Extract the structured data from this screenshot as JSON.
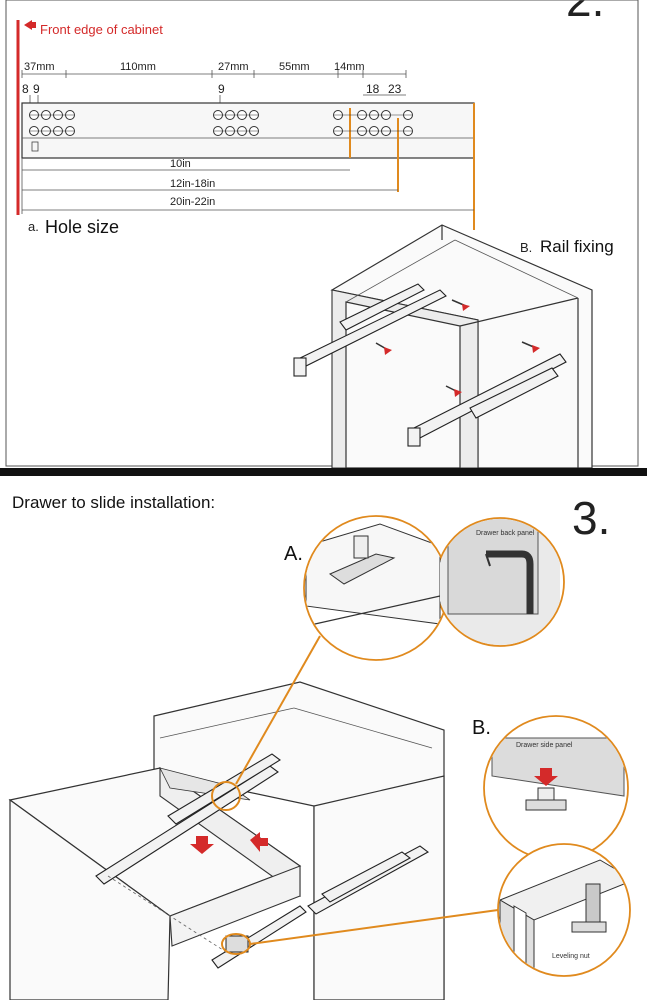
{
  "step2": {
    "number": "2.",
    "front_edge_label": "Front edge of cabinet",
    "hole_size_caption": "Hole size",
    "hole_size_letter": "a.",
    "rail_fixing_caption": "Rail fixing",
    "rail_fixing_letter": "B.",
    "dimensions": {
      "d37": "37mm",
      "d110": "110mm",
      "d27": "27mm",
      "d55": "55mm",
      "d14": "14mm",
      "d8": "8",
      "d9a": "9",
      "d9b": "9",
      "d18": "18",
      "d23": "23",
      "len10": "10in",
      "len12": "12in-18in",
      "len20": "20in-22in"
    }
  },
  "step3": {
    "number": "3.",
    "title": "Drawer to slide installation:",
    "label_a": "A.",
    "label_b": "B.",
    "drawer_back_panel": "Drawer back panel",
    "drawer_side_panel": "Drawer side panel",
    "leveling_nut": "Leveling nut"
  },
  "colors": {
    "accent_red": "#d42a2a",
    "callout_orange": "#e08a1e",
    "divider": "#111111"
  }
}
